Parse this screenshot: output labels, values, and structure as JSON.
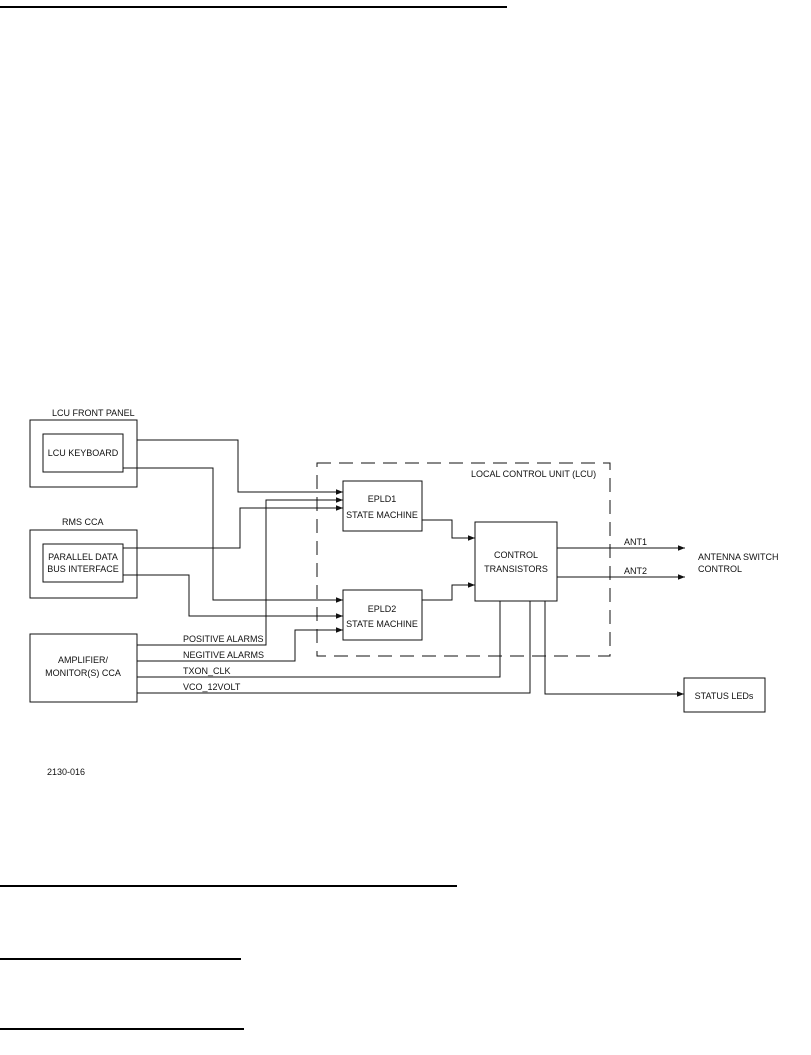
{
  "diagram": {
    "lcu_front_panel_label": "LCU FRONT PANEL",
    "lcu_keyboard_label": "LCU KEYBOARD",
    "rms_cca_label": "RMS CCA",
    "parallel_bus_line1": "PARALLEL DATA",
    "parallel_bus_line2": "BUS INTERFACE",
    "amplifier_line1": "AMPLIFIER/",
    "amplifier_line2": "MONITOR(S) CCA",
    "lcu_label": "LOCAL CONTROL UNIT (LCU)",
    "epld1_line1": "EPLD1",
    "epld1_line2": "STATE MACHINE",
    "epld2_line1": "EPLD2",
    "epld2_line2": "STATE MACHINE",
    "control_line1": "CONTROL",
    "control_line2": "TRANSISTORS",
    "ant1_label": "ANT1",
    "ant2_label": "ANT2",
    "antenna_line1": "ANTENNA SWITCH",
    "antenna_line2": "CONTROL",
    "status_leds_label": "STATUS LEDs",
    "signal_positive_alarms": "POSITIVE ALARMS",
    "signal_negative_alarms": "NEGITIVE ALARMS",
    "signal_txon_clk": "TXON_CLK",
    "signal_vco_12volt": "VCO_12VOLT",
    "figure_number": "2130-016"
  }
}
